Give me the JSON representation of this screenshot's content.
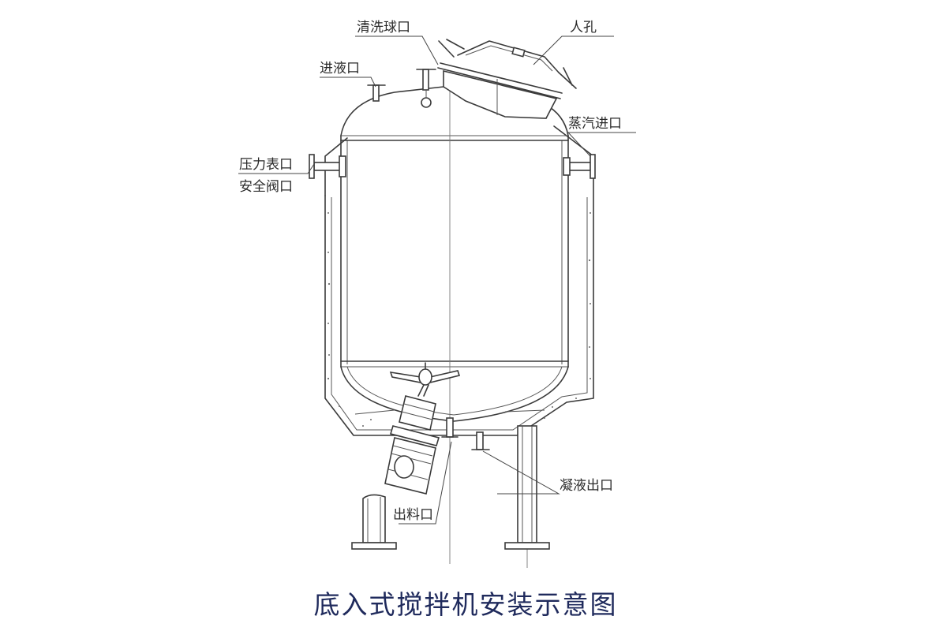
{
  "labels": {
    "cleaning_ball": "清洗球口",
    "manhole": "人孔",
    "liquid_inlet": "进液口",
    "steam_inlet": "蒸汽进口",
    "pressure_gauge": "压力表口",
    "safety_valve": "安全阀口",
    "condensate_outlet": "凝液出口",
    "discharge": "出料口"
  },
  "title": "底入式搅拌机安装示意图",
  "colors": {
    "line": "#3a3a3a",
    "title": "#1f2a5c",
    "background": "#ffffff"
  }
}
